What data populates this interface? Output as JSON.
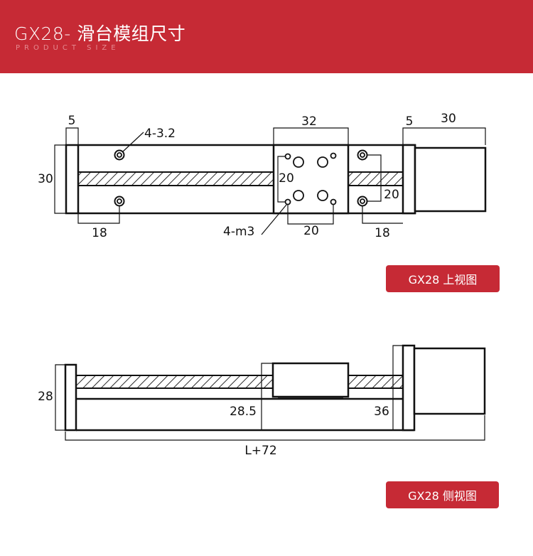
{
  "header": {
    "title": "GX28- 滑台模组尺寸",
    "subtitle": "PRODUCT SIZE"
  },
  "colors": {
    "accent": "#c62a35",
    "line": "#111111"
  },
  "top_view": {
    "badge": "GX28 上视图",
    "labels": {
      "left_plate_width": "5",
      "carriage_width": "32",
      "right_plate_width": "5",
      "motor_length": "30",
      "height": "30",
      "left_hole_offset": "18",
      "carriage_hole_spacing_x": "20",
      "carriage_hole_spacing_y": "20",
      "right_hole_spacing_y": "20",
      "right_hole_offset": "18",
      "mount_holes": "4-3.2",
      "carriage_threads": "4-m3"
    }
  },
  "side_view": {
    "badge": "GX28 侧视图",
    "labels": {
      "height": "28",
      "left_offset": "28.5",
      "right_offset": "36",
      "total_length": "L+72"
    }
  }
}
